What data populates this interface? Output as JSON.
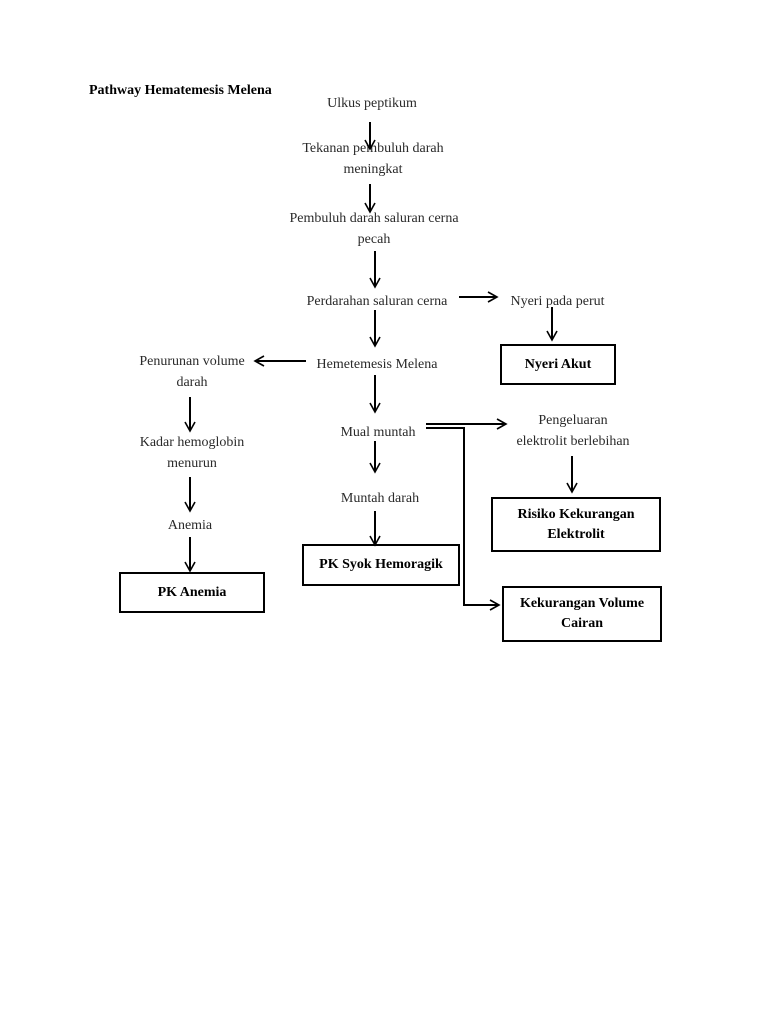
{
  "title": "Pathway Hematemesis Melena",
  "nodes": {
    "ulkus": "Ulkus peptikum",
    "tekanan": "Tekanan pembuluh darah\nmeningkat",
    "pembuluh_pecah": "Pembuluh darah saluran cerna\npecah",
    "perdarahan": "Perdarahan saluran cerna",
    "nyeri_perut": "Nyeri pada perut",
    "nyeri_akut": "Nyeri Akut",
    "hematemesis": "Hemetemesis Melena",
    "penurunan_volume": "Penurunan volume\ndarah",
    "kadar_hb": "Kadar hemoglobin\nmenurun",
    "anemia": "Anemia",
    "pk_anemia": "PK Anemia",
    "mual_muntah": "Mual muntah",
    "muntah_darah": "Muntah darah",
    "pk_syok": "PK Syok Hemoragik",
    "pengeluaran": "Pengeluaran\nelektrolit berlebihan",
    "risiko": "Risiko Kekurangan\nElektrolit",
    "kekurangan_volume": "Kekurangan Volume\nCairan"
  }
}
